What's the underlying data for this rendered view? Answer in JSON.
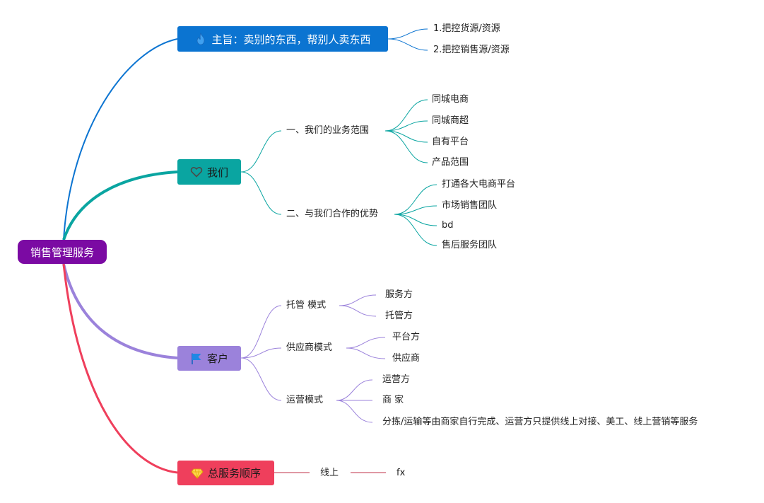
{
  "root": {
    "label": "销售管理服务"
  },
  "branches": {
    "mission": {
      "label": "主旨：卖别的东西，帮别人卖东西",
      "icon": "flame-icon",
      "color": "#0b74d1",
      "children": [
        "1.把控货源/资源",
        "2.把控销售源/资源"
      ]
    },
    "us": {
      "label": "我们",
      "icon": "heart-icon",
      "color": "#0aa5a1",
      "groups": [
        {
          "label": "一、我们的业务范围",
          "items": [
            "同城电商",
            "同城商超",
            "自有平台",
            "产品范围"
          ]
        },
        {
          "label": "二、与我们合作的优势",
          "items": [
            "打通各大电商平台",
            "市场销售团队",
            "bd",
            "售后服务团队"
          ]
        }
      ]
    },
    "customer": {
      "label": "客户",
      "icon": "flag-icon",
      "color": "#9b82db",
      "groups": [
        {
          "label": "托管 模式",
          "items": [
            "服务方",
            "托管方"
          ]
        },
        {
          "label": "供应商模式",
          "items": [
            "平台方",
            "供应商"
          ]
        },
        {
          "label": "运营模式",
          "items": [
            "运营方",
            "商 家",
            "分拣/运输等由商家自行完成、运营方只提供线上对接、美工、线上营销等服务"
          ]
        }
      ]
    },
    "order": {
      "label": "总服务顺序",
      "icon": "diamond-icon",
      "color": "#ef3f5c",
      "chain": [
        "线上",
        "fx"
      ]
    }
  }
}
